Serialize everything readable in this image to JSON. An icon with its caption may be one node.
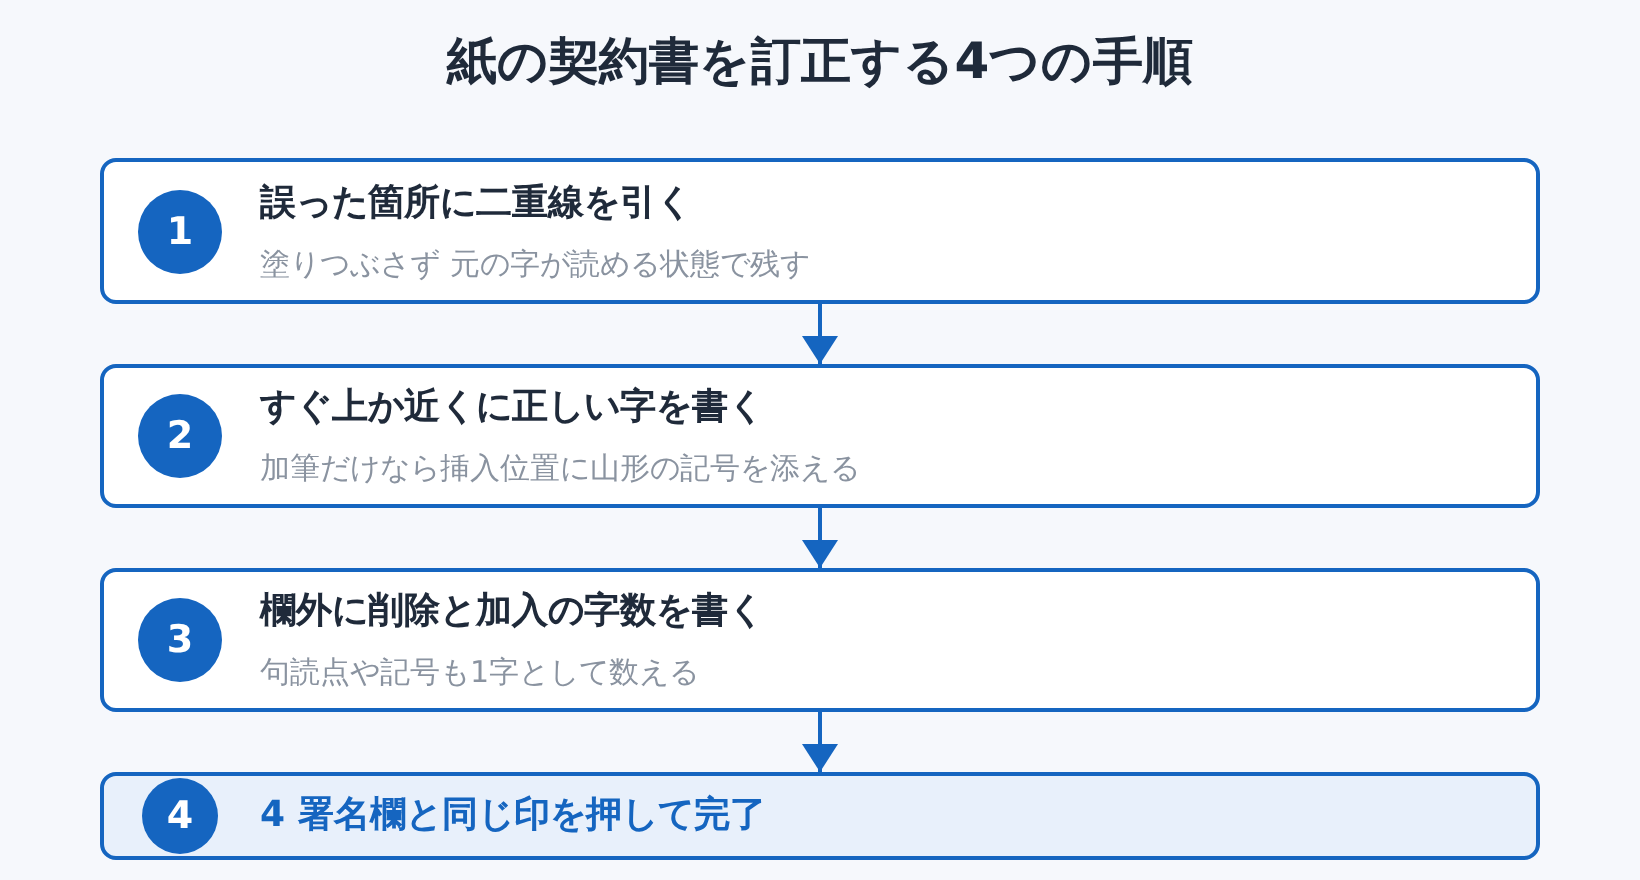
{
  "diagram": {
    "title": "紙の契約書を訂正する4つの手順",
    "nodes": [
      {
        "text": [
          "誤った箇所に二重線を引く",
          "塗りつぶさず 元の字が読める状態で残す"
        ]
      },
      {
        "text": [
          "1"
        ],
        "in": 0
      },
      {
        "text": [
          "すぐ上か近くに正しい字を書く",
          "加筆だけなら挿入位置に山形の記号を添える"
        ]
      },
      {
        "text": [
          "2"
        ],
        "in": 2
      },
      {
        "text": [
          "欄外に削除と加入の字数を書く",
          "句読点や記号も1字として数える"
        ]
      },
      {
        "text": [
          "3"
        ],
        "in": 4
      },
      {
        "text": [
          "4 署名欄と同じ印を押して完了"
        ]
      },
      {
        "text": [
          "4"
        ],
        "in": 6
      }
    ],
    "edges": [
      {
        "from": 0,
        "to": 2,
        "arrow": "to"
      },
      {
        "from": 2,
        "to": 4,
        "arrow": "to"
      },
      {
        "from": 4,
        "to": 6,
        "arrow": "to"
      }
    ]
  }
}
